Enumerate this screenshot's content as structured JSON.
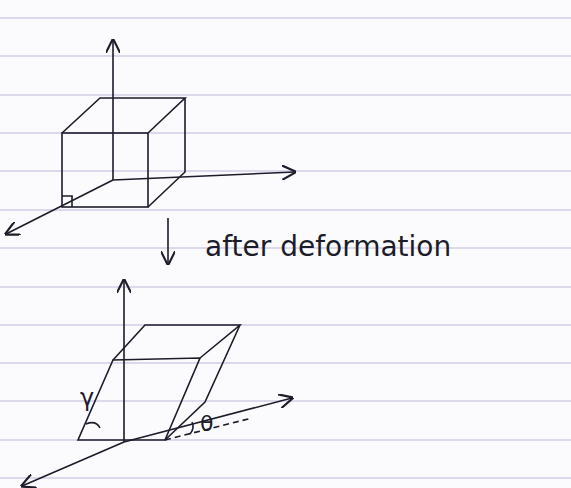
{
  "diagram": {
    "labels": [
      "after deformation",
      "γ",
      "θ"
    ]
  }
}
